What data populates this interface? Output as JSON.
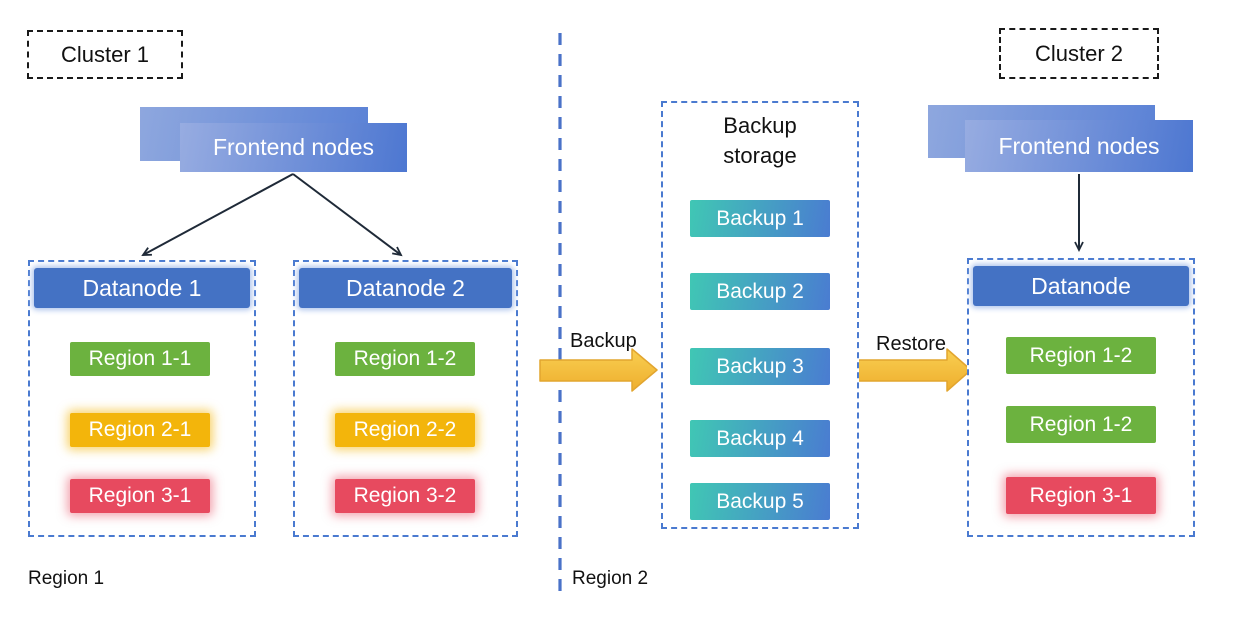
{
  "diagram": {
    "cluster1": {
      "label": "Cluster 1",
      "frontend_label": "Frontend nodes",
      "zone_label": "Region 1",
      "datanode1": {
        "title": "Datanode 1",
        "regions": [
          {
            "label": "Region 1-1",
            "color": "green",
            "glow": false
          },
          {
            "label": "Region 2-1",
            "color": "yellow",
            "glow": true
          },
          {
            "label": "Region 3-1",
            "color": "red",
            "glow": true
          }
        ]
      },
      "datanode2": {
        "title": "Datanode 2",
        "regions": [
          {
            "label": "Region 1-2",
            "color": "green",
            "glow": false
          },
          {
            "label": "Region 2-2",
            "color": "yellow",
            "glow": true
          },
          {
            "label": "Region 3-2",
            "color": "red",
            "glow": true
          }
        ]
      }
    },
    "backup_storage": {
      "title": "Backup storage",
      "items": [
        "Backup 1",
        "Backup 2",
        "Backup 3",
        "Backup 4",
        "Backup 5"
      ]
    },
    "cluster2": {
      "label": "Cluster 2",
      "frontend_label": "Frontend nodes",
      "zone_label": "Region 2",
      "datanode": {
        "title": "Datanode",
        "regions": [
          {
            "label": "Region 1-2",
            "color": "green",
            "glow": false
          },
          {
            "label": "Region 1-2",
            "color": "green",
            "glow": false
          },
          {
            "label": "Region 3-1",
            "color": "red",
            "glow": true
          }
        ]
      }
    },
    "flows": {
      "backup": "Backup",
      "restore": "Restore"
    }
  },
  "colors": {
    "container_border_blue": "#4a7ad0",
    "divider_blue": "#4a72c8",
    "node_header_blue": "#4472c4",
    "frontend_gradient_start": "#97ace1",
    "frontend_gradient_end": "#4d77d1",
    "region_green": "#6cb23f",
    "region_yellow": "#f3b50b",
    "region_red": "#e74a5f",
    "backup_gradient_start": "#40c7b4",
    "backup_gradient_end": "#4a7cd1",
    "block_arrow_gold_start": "#f9cf52",
    "block_arrow_gold_end": "#eeae2d",
    "thin_arrow": "#1f2a38",
    "text_on_color": "#ffffff",
    "text_dark": "#111111"
  }
}
